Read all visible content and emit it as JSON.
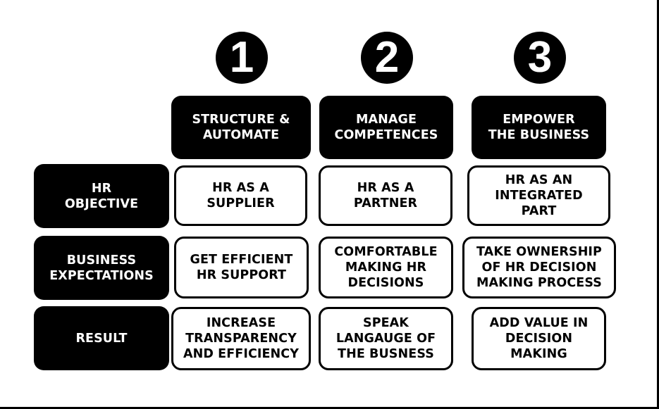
{
  "numbers": [
    "1",
    "2",
    "3"
  ],
  "columns": [
    {
      "line1": "STRUCTURE &",
      "line2": "AUTOMATE"
    },
    {
      "line1": "MANAGE",
      "line2": "COMPETENCES"
    },
    {
      "line1": "EMPOWER",
      "line2": "THE BUSINESS"
    }
  ],
  "rows": [
    {
      "label": {
        "line1": "HR",
        "line2": "OBJECTIVE"
      },
      "cells": [
        {
          "line1": "HR AS A",
          "line2": "SUPPLIER"
        },
        {
          "line1": "HR AS A",
          "line2": "PARTNER"
        },
        {
          "line1": "HR AS AN",
          "line2": "INTEGRATED",
          "line3": "PART"
        }
      ]
    },
    {
      "label": {
        "line1": "BUSINESS",
        "line2": "EXPECTATIONS"
      },
      "cells": [
        {
          "line1": "GET EFFICIENT",
          "line2": "HR SUPPORT"
        },
        {
          "line1": "COMFORTABLE",
          "line2": "MAKING HR",
          "line3": "DECISIONS"
        },
        {
          "line1": "TAKE OWNERSHIP",
          "line2": "OF HR DECISION",
          "line3": "MAKING PROCESS"
        }
      ]
    },
    {
      "label": {
        "line1": "RESULT"
      },
      "cells": [
        {
          "line1": "INCREASE",
          "line2": "TRANSPARENCY",
          "line3": "AND EFFICIENCY"
        },
        {
          "line1": "SPEAK",
          "line2": "LANGAUGE OF",
          "line3": "THE BUSNESS"
        },
        {
          "line1": "ADD VALUE IN",
          "line2": "DECISION",
          "line3": "MAKING"
        }
      ]
    }
  ]
}
